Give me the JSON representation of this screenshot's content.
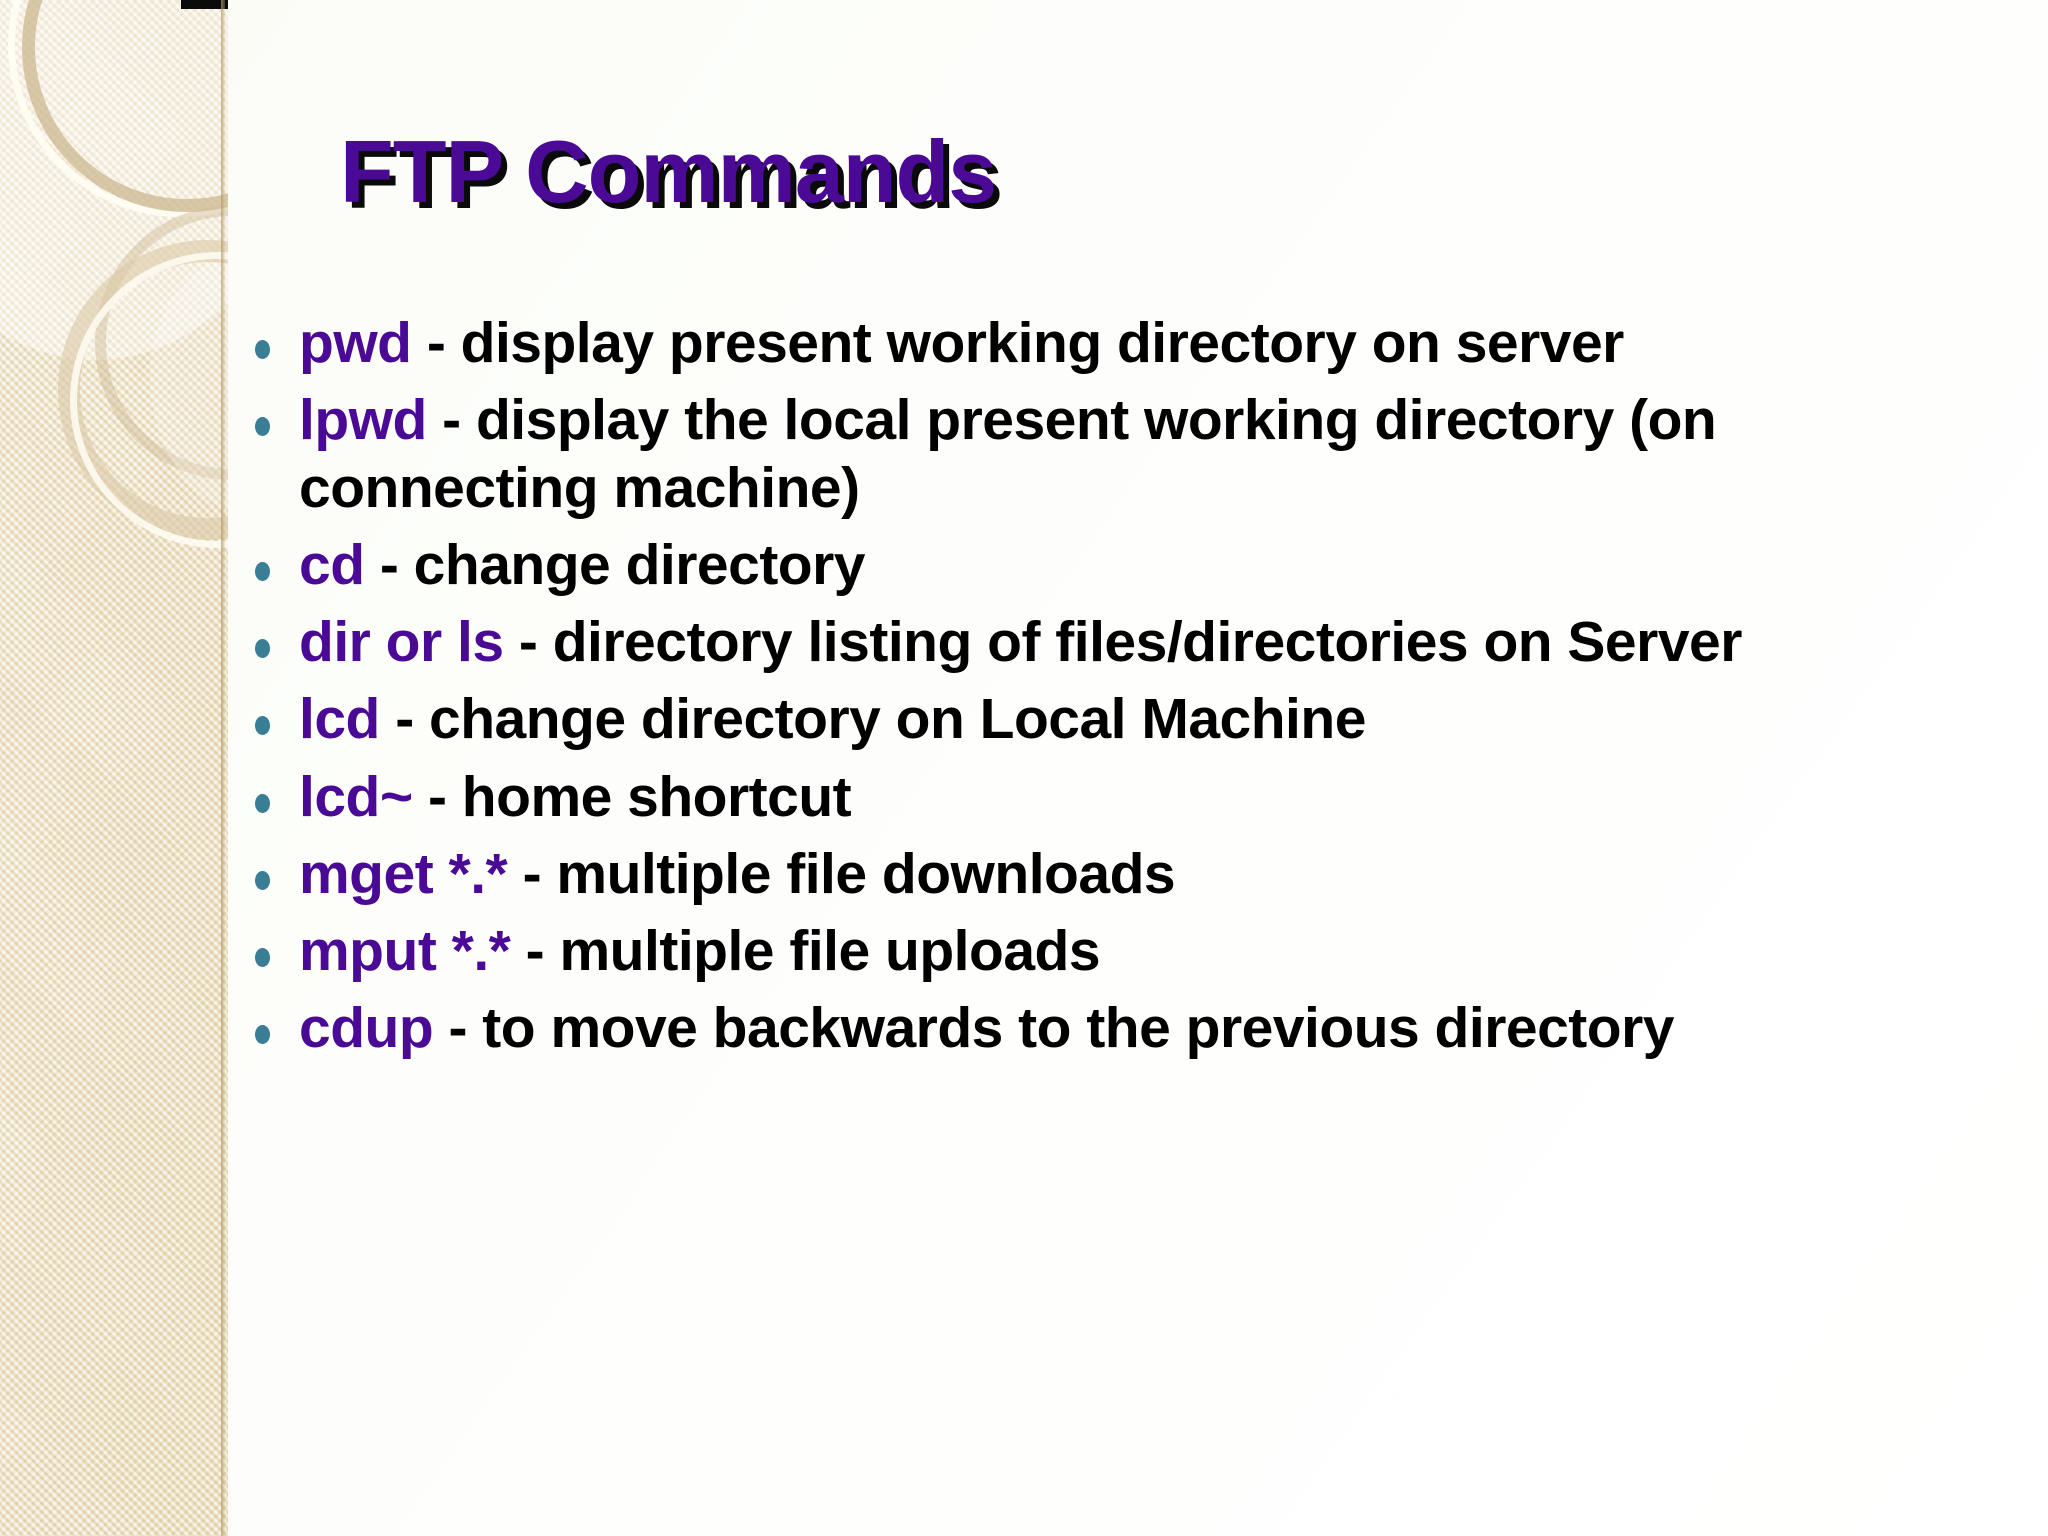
{
  "slide": {
    "title": "FTP Commands",
    "colors": {
      "title_purple": "#4a0a96",
      "title_shadow": "#0a0a0a",
      "command_purple": "#4a0a96",
      "body_black": "#000000",
      "bullet_dot_teal": "#3a7e96",
      "sidebar_beige": "#eee2c4",
      "background_white": "#fbfcf6"
    },
    "decor": {
      "sidebar_icon": "decorative-rings-panel",
      "ring_count": 2
    }
  },
  "bullets": [
    {
      "marker": "bullet-dot-icon",
      "command": "pwd",
      "description": " - display present working directory on server"
    },
    {
      "marker": "bullet-dot-icon",
      "command": "lpwd",
      "description": " - display the local present working directory (on connecting machine)"
    },
    {
      "marker": "bullet-dot-icon",
      "command": "cd",
      "description": " - change directory"
    },
    {
      "marker": "bullet-dot-icon",
      "command": "dir or ls",
      "description": "  - directory listing of files/directories on Server"
    },
    {
      "marker": "bullet-dot-icon",
      "command": "lcd",
      "description": " - change directory on Local Machine"
    },
    {
      "marker": "bullet-dot-icon",
      "command": "lcd~",
      "description": " - home shortcut"
    },
    {
      "marker": "bullet-dot-icon",
      "command": "mget *.*",
      "description": " - multiple file downloads"
    },
    {
      "marker": "bullet-dot-icon",
      "command": "mput *.*",
      "description": " - multiple file uploads"
    },
    {
      "marker": "bullet-dot-icon",
      "command": "cdup",
      "description": " - to move backwards to the previous directory"
    }
  ]
}
